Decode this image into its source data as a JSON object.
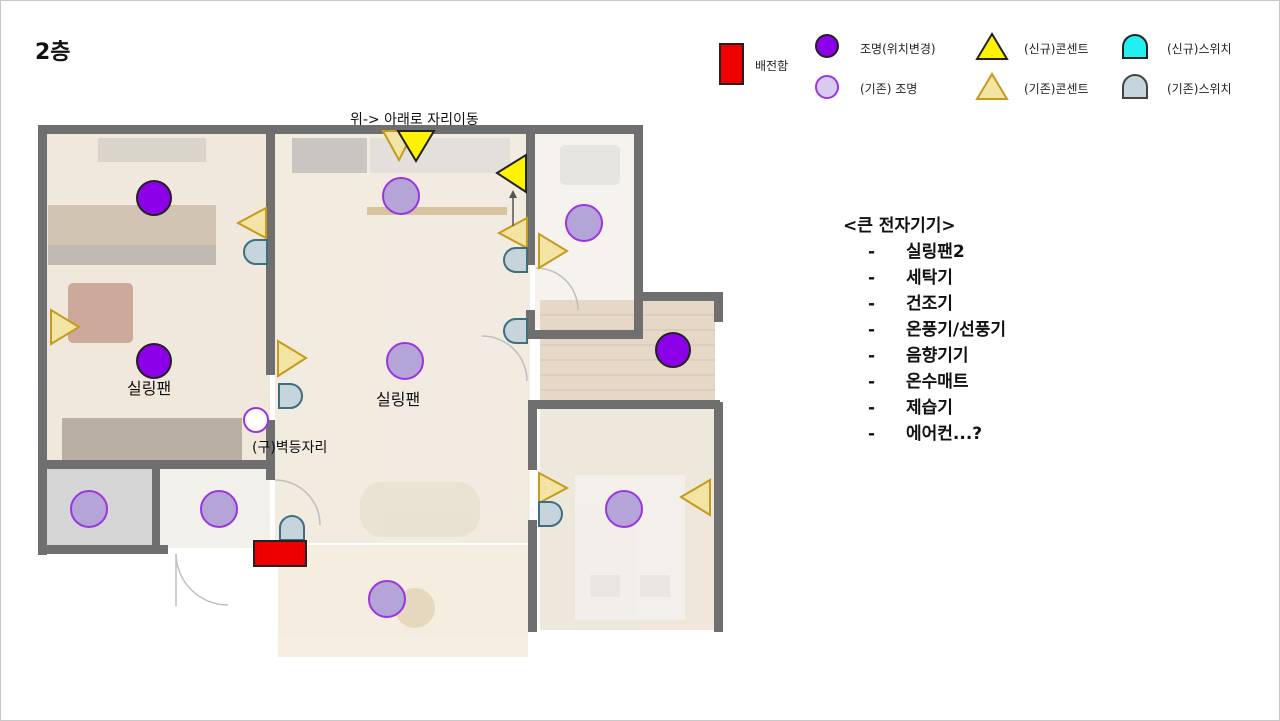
{
  "page": {
    "title": "2층"
  },
  "legend": {
    "panel": "배전함",
    "light_relocated": "조명(위치변경)",
    "light_existing": "(기존) 조명",
    "outlet_new": "(신규)콘센트",
    "outlet_existing": "(기존)콘센트",
    "switch_new": "(신규)스위치",
    "switch_existing": "(기존)스위치"
  },
  "colors": {
    "light_relocated": "#8B00E6",
    "light_existing": "#B5A4D8",
    "outlet_new": "#FFF200",
    "outlet_existing": "#F3E4A6",
    "switch_new": "#22F0F0",
    "switch_existing": "#C6D4DC",
    "panel": "#EE0000"
  },
  "plan_labels": {
    "move_note": "위-> 아래로 자리이동",
    "room1_fan": "실링팬",
    "room2_fan": "실링팬",
    "old_wall_lamp": "(구)벽등자리"
  },
  "appliances": {
    "title": "<큰 전자기기>",
    "items": [
      "실링팬2",
      "세탁기",
      "건조기",
      "온풍기/선풍기",
      "음향기기",
      "온수매트",
      "제습기",
      "에어컨...?"
    ]
  }
}
